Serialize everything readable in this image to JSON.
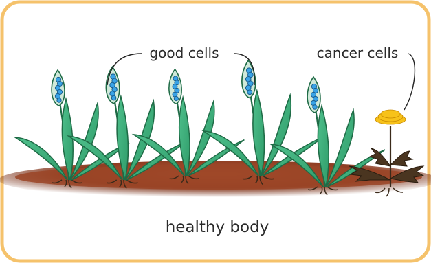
{
  "labels": {
    "good_cells": "good cells",
    "cancer_cells": "cancer cells",
    "caption": "healthy body"
  },
  "colors": {
    "border": "#f5c26b",
    "soil": "#8e3d22",
    "leaf": "#3fb07e",
    "spadix": "#2d9de0",
    "dandelion_flower": "#f7c21a",
    "dandelion_leaf": "#4a3520"
  }
}
